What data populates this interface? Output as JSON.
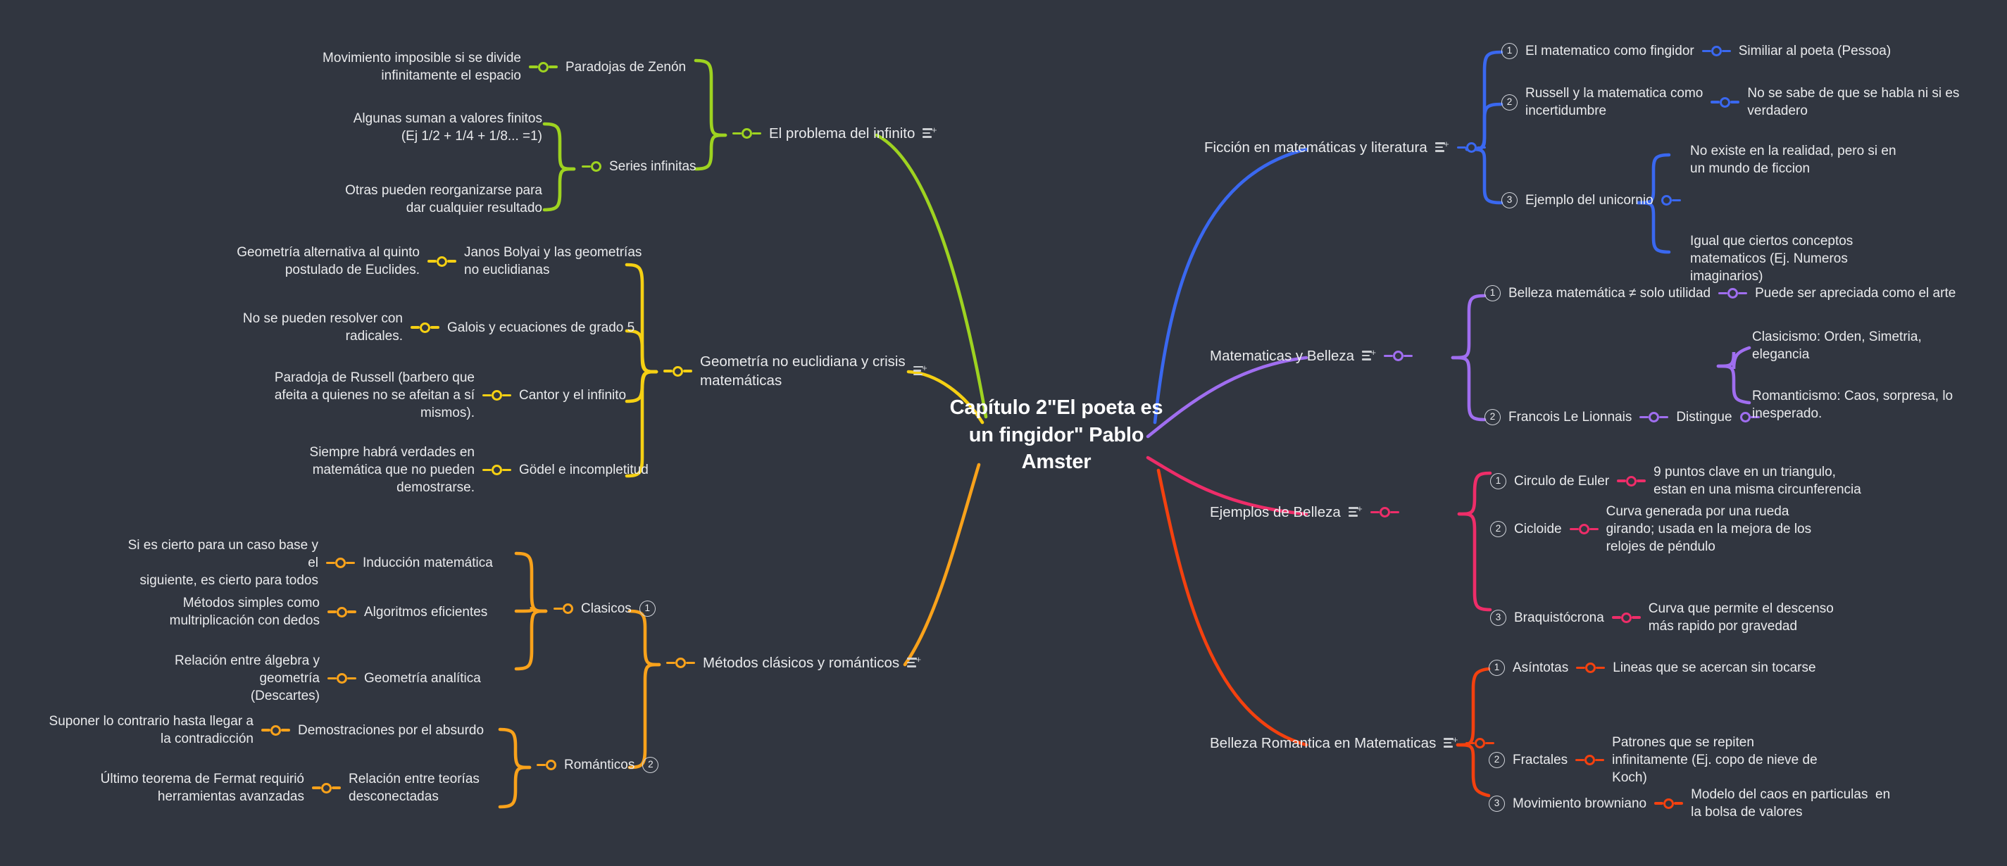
{
  "root": {
    "title": "Capítulo 2\"El poeta es\nun fingidor\"\nPablo Amster"
  },
  "icons": {
    "note": "add-note-icon"
  },
  "colors": {
    "background": "#313640",
    "text": "#e9eaec",
    "green": "#9ed320",
    "yellow": "#f5d013",
    "orange": "#f9a21b",
    "blue": "#3a68f0",
    "purple": "#a06ef0",
    "pink": "#ee2d69",
    "red": "#f4410f"
  },
  "branches": {
    "infinito": {
      "label": "El problema del infinito",
      "color": "#9ed320",
      "side": "left",
      "children": [
        {
          "label": "Paradojas de Zenón",
          "detail": "Movimiento imposible si se divide\ninfinitamente el espacio"
        },
        {
          "label": "Series infinitas",
          "details": [
            "Algunas suman a valores finitos\n(Ej 1/2 + 1/4 + 1/8... =1)",
            "Otras pueden reorganizarse para\ndar cualquier resultado"
          ]
        }
      ]
    },
    "geometria": {
      "label": "Geometría no euclidiana y crisis\nmatemáticas",
      "color": "#f5d013",
      "side": "left",
      "children": [
        {
          "label": "Janos Bolyai y las geometrías\nno euclidianas",
          "detail": "Geometría alternativa al quinto\npostulado de Euclides."
        },
        {
          "label": "Galois y ecuaciones de grado 5",
          "detail": "No se pueden resolver con\nradicales."
        },
        {
          "label": "Cantor y el infinito",
          "detail": "Paradoja de Russell (barbero que\nafeita a quienes no se afeitan a sí\nmismos)."
        },
        {
          "label": "Gödel e incompletitud",
          "detail": "Siempre habrá verdades en\nmatemática que no pueden\ndemostrarse."
        }
      ]
    },
    "metodos": {
      "label": "Métodos clásicos y románticos",
      "color": "#f9a21b",
      "side": "left",
      "groups": [
        {
          "label": "Clasicos",
          "number": "1",
          "children": [
            {
              "label": "Inducción matemática",
              "detail": "Si es cierto para un caso base y el\nsiguiente, es cierto para todos"
            },
            {
              "label": "Algoritmos eficientes",
              "detail": "Métodos simples como\nmultriplicación con dedos"
            },
            {
              "label": "Geometría analítica",
              "detail": "Relación entre álgebra y geometría\n(Descartes)"
            }
          ]
        },
        {
          "label": "Románticos",
          "number": "2",
          "children": [
            {
              "label": "Demostraciones por el absurdo",
              "detail": "Suponer lo contrario hasta llegar a\nla contradicción"
            },
            {
              "label": "Relación entre teorías\ndesconectadas",
              "detail": "Último teorema de Fermat requirió\nherramientas avanzadas"
            }
          ]
        }
      ]
    },
    "ficcion": {
      "label": "Ficción en matemáticas y literatura",
      "color": "#3a68f0",
      "side": "right",
      "children": [
        {
          "number": "1",
          "label": "El matematico como fingidor",
          "details": [
            "Similiar al poeta (Pessoa)"
          ]
        },
        {
          "number": "2",
          "label": "Russell y la matematica como\nincertidumbre",
          "details": [
            "No se sabe de que se habla ni si es\nverdadero"
          ]
        },
        {
          "number": "3",
          "label": "Ejemplo del unicornio",
          "details": [
            "No existe en la realidad, pero si en\nun mundo de ficcion",
            "Igual que ciertos conceptos\nmatematicos (Ej. Numeros\nimaginarios)"
          ]
        }
      ]
    },
    "belleza": {
      "label": "Matematicas y Belleza",
      "color": "#a06ef0",
      "side": "right",
      "children": [
        {
          "number": "1",
          "label": "Belleza matemática ≠ solo utilidad",
          "details": [
            "Puede ser apreciada como el arte"
          ]
        },
        {
          "number": "2",
          "label": "Francois Le Lionnais",
          "mid": "Distingue",
          "details": [
            "Clasicismo: Orden, Simetria,\nelegancia",
            "Romanticismo: Caos, sorpresa, lo\ninesperado."
          ]
        }
      ]
    },
    "ejemplos": {
      "label": "Ejemplos de Belleza",
      "color": "#ee2d69",
      "side": "right",
      "children": [
        {
          "number": "1",
          "label": "Circulo de Euler",
          "details": [
            "9 puntos clave en un triangulo,\nestan en una misma circunferencia"
          ]
        },
        {
          "number": "2",
          "label": "Cicloide",
          "details": [
            "Curva generada por una rueda\ngirando; usada en la mejora de los\nrelojes de péndulo"
          ]
        },
        {
          "number": "3",
          "label": "Braquistócrona",
          "details": [
            "Curva que permite el descenso\nmás rapido por gravedad"
          ]
        }
      ]
    },
    "romantica": {
      "label": "Belleza Romantica en Matematicas",
      "color": "#f4410f",
      "side": "right",
      "children": [
        {
          "number": "1",
          "label": "Asíntotas",
          "details": [
            "Lineas que se acercan sin tocarse"
          ]
        },
        {
          "number": "2",
          "label": "Fractales",
          "details": [
            "Patrones que se repiten\ninfinitamente (Ej. copo de nieve de\nKoch)"
          ]
        },
        {
          "number": "3",
          "label": "Movimiento browniano",
          "details": [
            "Modelo del caos en particulas  en\nla bolsa de valores"
          ]
        }
      ]
    }
  }
}
